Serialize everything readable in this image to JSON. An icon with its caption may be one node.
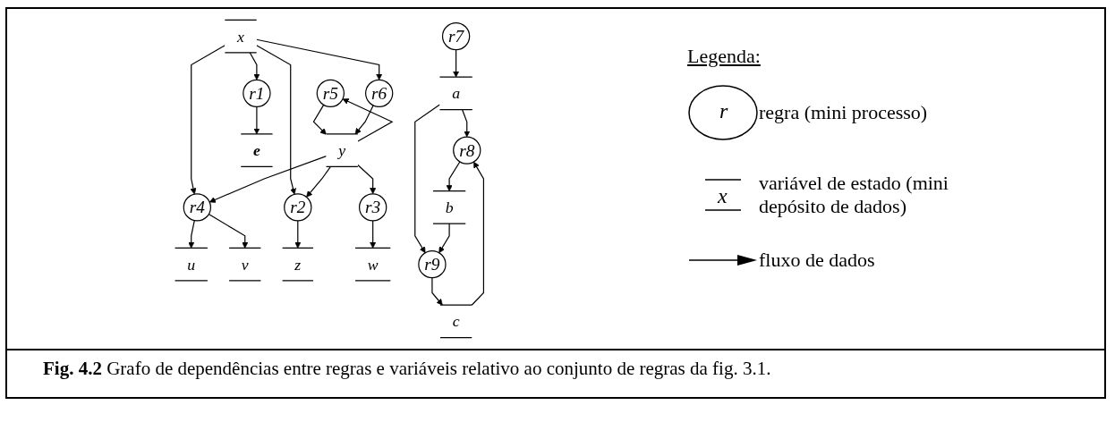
{
  "diagram": {
    "caption": "**Fig. 4.2** Grafo de dependências entre regras e variáveis relativo ao conjunto de regras da fig. 3.1.",
    "nodes": [
      {
        "text": [
          "u"
        ]
      },
      {
        "text": [
          "v"
        ]
      },
      {
        "text": [
          "r4"
        ]
      },
      {
        "text": [
          "r5"
        ]
      },
      {
        "text": [
          "x"
        ]
      },
      {
        "text": [
          "r6"
        ]
      },
      {
        "text": [
          "y"
        ]
      },
      {
        "text": [
          "r1"
        ]
      },
      {
        "text": [
          "r2"
        ]
      },
      {
        "text": [
          "r3"
        ]
      },
      {
        "text": [
          "e"
        ]
      },
      {
        "text": [
          "z"
        ]
      },
      {
        "text": [
          "w"
        ]
      },
      {
        "text": [
          "r7"
        ]
      },
      {
        "text": [
          "a"
        ]
      },
      {
        "text": [
          "r8"
        ]
      },
      {
        "text": [
          "r9"
        ]
      },
      {
        "text": [
          "b"
        ]
      },
      {
        "text": [
          "c"
        ]
      }
    ],
    "edges": [
      {
        "from": 2,
        "to": 0,
        "arrow": "to"
      },
      {
        "from": 2,
        "to": 1,
        "arrow": "to"
      },
      {
        "from": 4,
        "to": 2,
        "arrow": "to"
      },
      {
        "from": 6,
        "to": 2,
        "arrow": "to"
      },
      {
        "from": 3,
        "to": 6,
        "arrow": "to"
      },
      {
        "from": 6,
        "to": 3,
        "arrow": "to"
      },
      {
        "from": 4,
        "to": 5,
        "arrow": "to"
      },
      {
        "from": 5,
        "to": 6,
        "arrow": "to"
      },
      {
        "from": 4,
        "to": 7,
        "arrow": "to"
      },
      {
        "from": 4,
        "to": 8,
        "arrow": "to"
      },
      {
        "from": 6,
        "to": 8,
        "arrow": "to"
      },
      {
        "from": 6,
        "to": 9,
        "arrow": "to"
      },
      {
        "from": 7,
        "to": 10,
        "arrow": "to"
      },
      {
        "from": 8,
        "to": 11,
        "arrow": "to"
      },
      {
        "from": 9,
        "to": 12,
        "arrow": "to"
      },
      {
        "from": 13,
        "to": 14,
        "arrow": "to"
      },
      {
        "from": 14,
        "to": 15,
        "arrow": "to"
      },
      {
        "from": 14,
        "to": 16,
        "arrow": "to"
      },
      {
        "from": 15,
        "to": 17,
        "arrow": "to"
      },
      {
        "from": 17,
        "to": 16,
        "arrow": "to"
      },
      {
        "from": 18,
        "to": 15,
        "arrow": "to"
      },
      {
        "from": 16,
        "to": 18,
        "arrow": "to"
      }
    ],
    "labels": [
      "Legenda:",
      "r",
      "x"
    ],
    "legend": [
      {
        "text": "regra (mini processo)"
      },
      {
        "text": "variável de estado (mini depósito de dados)"
      },
      {
        "text": "fluxo de dados"
      }
    ]
  }
}
